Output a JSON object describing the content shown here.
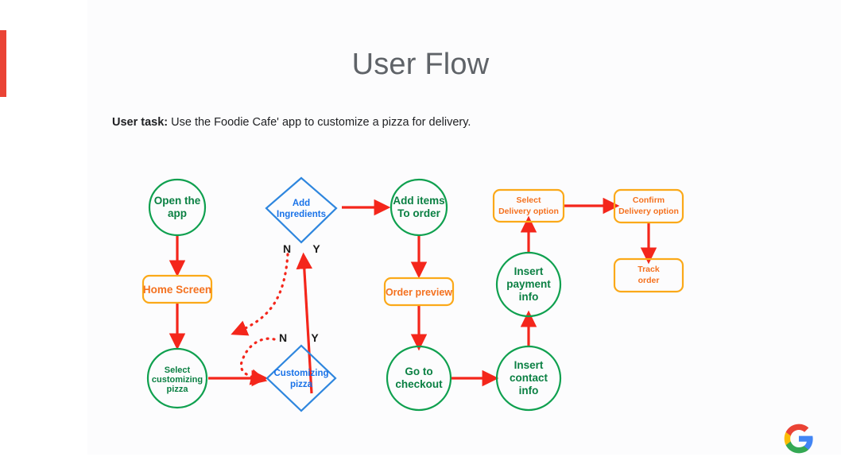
{
  "slide": {
    "title": "User Flow",
    "task_label": "User task:",
    "task_text": " Use the Foodie Cafe' app to customize a pizza for delivery.",
    "accent_color": "#ea4335",
    "background": "#ffffff",
    "panel_color": "#fcfcfd",
    "logo": "google-logo"
  },
  "palette": {
    "green": "#0fa04f",
    "green_text": "#0b8043",
    "blue": "#2e86de",
    "blue_text": "#1a73e8",
    "orange": "#fba919",
    "orange_text": "#f4711f",
    "arrow_red": "#f4261b",
    "title_gray": "#5f6368"
  },
  "chart_data": {
    "type": "diagram",
    "title": "User Flow",
    "nodes": [
      {
        "id": "open-app",
        "shape": "circle",
        "color": "green",
        "label": "Open the\napp",
        "line1": "Open the",
        "line2": "app",
        "line3": ""
      },
      {
        "id": "home-screen",
        "shape": "rounded",
        "color": "orange",
        "label": "Home Screen",
        "line1": "Home Screen",
        "line2": "",
        "line3": ""
      },
      {
        "id": "select-customizing",
        "shape": "circle",
        "color": "green",
        "label": "Select customizing pizza",
        "line1": "Select",
        "line2": "customizing",
        "line3": "pizza"
      },
      {
        "id": "customizing-pizza",
        "shape": "diamond",
        "color": "blue",
        "label": "Customizing pizza",
        "line1": "Customizing",
        "line2": "pizza",
        "line3": ""
      },
      {
        "id": "add-ingredients",
        "shape": "diamond",
        "color": "blue",
        "label": "Add Ingredients",
        "line1": "Add",
        "line2": "Ingredients",
        "line3": ""
      },
      {
        "id": "add-items",
        "shape": "circle",
        "color": "green",
        "label": "Add items To order",
        "line1": "Add items",
        "line2": "To order",
        "line3": ""
      },
      {
        "id": "order-preview",
        "shape": "rounded",
        "color": "orange",
        "label": "Order preview",
        "line1": "Order preview",
        "line2": "",
        "line3": ""
      },
      {
        "id": "go-to-checkout",
        "shape": "circle",
        "color": "green",
        "label": "Go to checkout",
        "line1": "Go to",
        "line2": "checkout",
        "line3": ""
      },
      {
        "id": "insert-contact",
        "shape": "circle",
        "color": "green",
        "label": "Insert contact info",
        "line1": "Insert",
        "line2": "contact",
        "line3": "info"
      },
      {
        "id": "insert-payment",
        "shape": "circle",
        "color": "green",
        "label": "Insert payment info",
        "line1": "Insert",
        "line2": "payment",
        "line3": "info"
      },
      {
        "id": "select-delivery",
        "shape": "rounded",
        "color": "orange",
        "label": "Select Delivery option",
        "line1": "Select",
        "line2": "Delivery option",
        "line3": ""
      },
      {
        "id": "confirm-delivery",
        "shape": "rounded",
        "color": "orange",
        "label": "Confirm Delivery option",
        "line1": "Confirm",
        "line2": "Delivery option",
        "line3": ""
      },
      {
        "id": "track-order",
        "shape": "rounded",
        "color": "orange",
        "label": "Track order",
        "line1": "Track",
        "line2": "order",
        "line3": ""
      }
    ],
    "branch_labels": [
      {
        "id": "add-ingredients-no",
        "text": "N"
      },
      {
        "id": "add-ingredients-yes",
        "text": "Y"
      },
      {
        "id": "customizing-pizza-no",
        "text": "N"
      },
      {
        "id": "customizing-pizza-yes",
        "text": "Y"
      }
    ],
    "edges": [
      {
        "from": "open-app",
        "to": "home-screen",
        "style": "solid"
      },
      {
        "from": "home-screen",
        "to": "select-customizing",
        "style": "solid"
      },
      {
        "from": "select-customizing",
        "to": "customizing-pizza",
        "style": "solid"
      },
      {
        "from": "customizing-pizza",
        "to": "add-ingredients",
        "style": "solid",
        "label": "Y"
      },
      {
        "from": "customizing-pizza",
        "to": "home-screen",
        "style": "dotted",
        "label": "N"
      },
      {
        "from": "add-ingredients",
        "to": "customizing-pizza",
        "style": "dotted",
        "label": "N"
      },
      {
        "from": "add-ingredients",
        "to": "add-items",
        "style": "solid"
      },
      {
        "from": "add-items",
        "to": "order-preview",
        "style": "solid"
      },
      {
        "from": "order-preview",
        "to": "go-to-checkout",
        "style": "solid"
      },
      {
        "from": "go-to-checkout",
        "to": "insert-contact",
        "style": "solid"
      },
      {
        "from": "insert-contact",
        "to": "insert-payment",
        "style": "solid"
      },
      {
        "from": "insert-payment",
        "to": "select-delivery",
        "style": "solid"
      },
      {
        "from": "select-delivery",
        "to": "confirm-delivery",
        "style": "solid"
      },
      {
        "from": "confirm-delivery",
        "to": "track-order",
        "style": "solid"
      }
    ]
  }
}
